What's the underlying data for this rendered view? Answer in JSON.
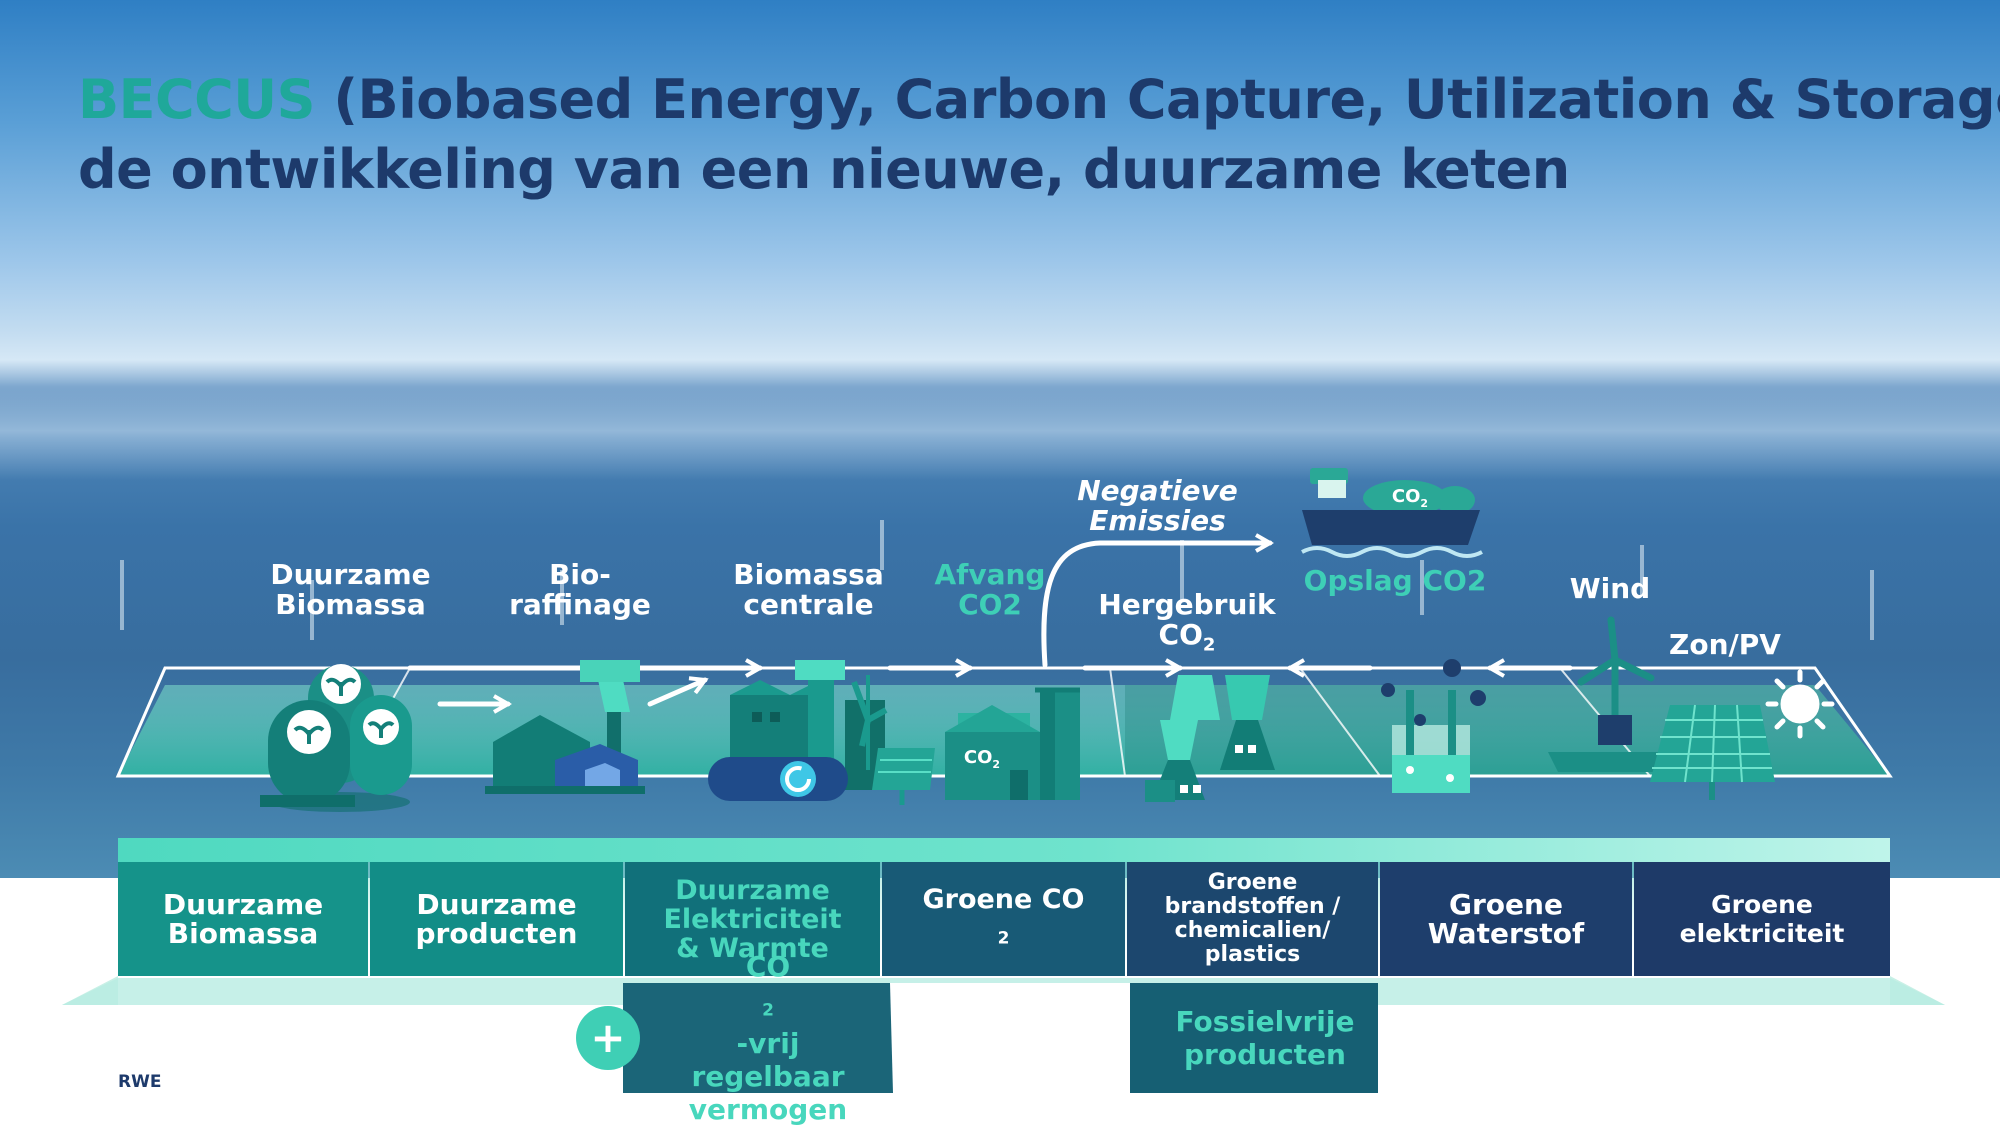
{
  "title": {
    "accent": "BECCUS",
    "line1_rest": "(Biobased Energy, Carbon Capture, Utilization & Storage):",
    "line2": "de ontwikkeling van een nieuwe, duurzame keten"
  },
  "colors": {
    "navy": "#1d3a6b",
    "teal": "#1fa89a",
    "mint": "#3ecfb6",
    "band_teal": "#15938a",
    "band_navy": "#1e3e6c"
  },
  "stage_labels": {
    "duurzame_biomassa": [
      "Duurzame",
      "Biomassa"
    ],
    "bio_raffinage": [
      "Bio-",
      "raffinage"
    ],
    "biomassa_centrale": [
      "Biomassa",
      "centrale"
    ],
    "afvang_co2": [
      "Afvang",
      "CO2"
    ],
    "negatieve_emissies": [
      "Negatieve",
      "Emissies"
    ],
    "hergebruik": "Hergebruik",
    "hergebruik_co": "CO",
    "hergebruik_sub": "2",
    "opslag_co2": "Opslag CO2",
    "wind": "Wind",
    "zon_pv": "Zon/PV",
    "ship_co": "CO",
    "ship_sub": "2",
    "plant_co": "CO",
    "plant_sub": "2"
  },
  "bands": {
    "duurzame_biomassa": [
      "Duurzame",
      "Biomassa"
    ],
    "duurzame_producten": [
      "Duurzame",
      "producten"
    ],
    "duurzame_elektriciteit": [
      "Duurzame",
      "Elektriciteit",
      "& Warmte"
    ],
    "groene_co2_main": "Groene CO",
    "groene_co2_sub": "2",
    "groene_brandstoffen": [
      "Groene",
      "brandstoffen /",
      "chemicalien/",
      "plastics"
    ],
    "groene_waterstof": [
      "Groene",
      "Waterstof"
    ],
    "groene_elektriciteit": [
      "Groene",
      "elektriciteit"
    ]
  },
  "bottom": {
    "co2vrij_co": "CO",
    "co2vrij_sub": "2",
    "co2vrij_rest": "-vrij",
    "co2vrij_lines": [
      "regelbaar",
      "vermogen"
    ],
    "plus_symbol": "+",
    "fossielvrije": [
      "Fossielvrije",
      "producten"
    ]
  },
  "logo": "RWE"
}
